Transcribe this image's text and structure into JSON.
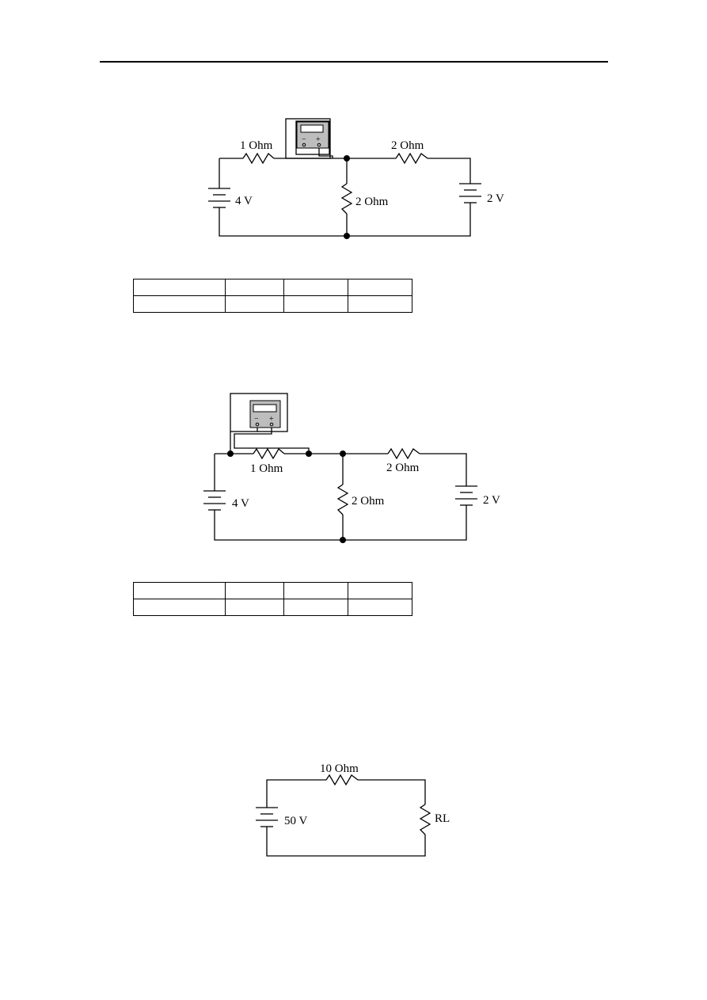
{
  "circuit1": {
    "r_left": "1 Ohm",
    "r_right": "2 Ohm",
    "r_middle": "2 Ohm",
    "source_left": "4 V",
    "source_right": "2 V",
    "meter_minus": "−",
    "meter_plus": "+"
  },
  "circuit2": {
    "r_left": "1 Ohm",
    "r_right": "2 Ohm",
    "r_middle": "2 Ohm",
    "source_left": "4 V",
    "source_right": "2 V",
    "meter_minus": "−",
    "meter_plus": "+"
  },
  "circuit3": {
    "r_top": "10 Ohm",
    "source": "50 V",
    "load": "RL"
  },
  "tables": {
    "table1": {
      "rows": 2,
      "cols": 4
    },
    "table2": {
      "rows": 2,
      "cols": 4
    }
  }
}
